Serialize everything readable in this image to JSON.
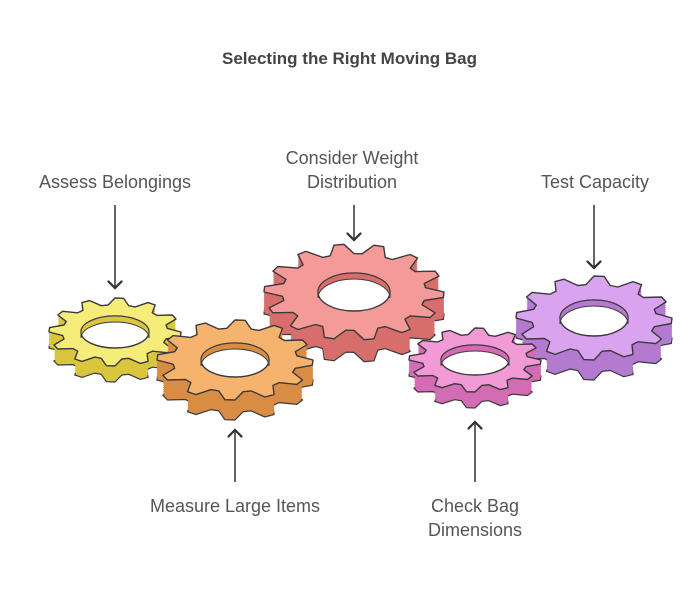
{
  "title": "Selecting the Right Moving Bag",
  "steps": [
    {
      "id": "assess",
      "lines": [
        "Assess Belongings"
      ],
      "color": "#f5ec7a",
      "side": "#d9c63e",
      "icon": "gear-icon"
    },
    {
      "id": "measure",
      "lines": [
        "Measure Large Items"
      ],
      "color": "#f6b36e",
      "side": "#d98d44",
      "icon": "gear-icon"
    },
    {
      "id": "weight",
      "lines": [
        "Consider Weight",
        "Distribution"
      ],
      "color": "#f49a98",
      "side": "#d86e6c",
      "icon": "gear-icon"
    },
    {
      "id": "check",
      "lines": [
        "Check Bag",
        "Dimensions"
      ],
      "color": "#f29ad6",
      "side": "#d46cb5",
      "icon": "gear-icon"
    },
    {
      "id": "test",
      "lines": [
        "Test Capacity"
      ],
      "color": "#d9a3f0",
      "side": "#b47ad0",
      "icon": "gear-icon"
    }
  ],
  "colors": {
    "outline": "#3a3a3a",
    "arrow": "#333333",
    "text": "#555555"
  }
}
